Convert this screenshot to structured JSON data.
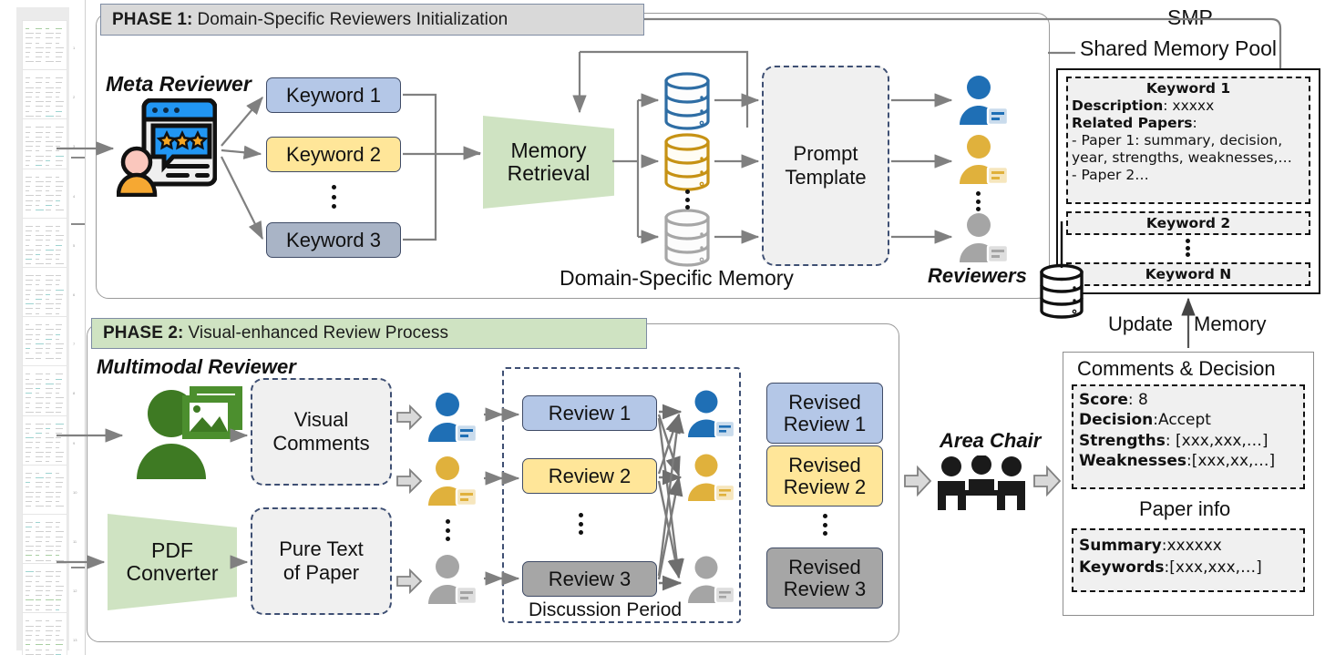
{
  "phase1": {
    "tab_bold": "PHASE 1:",
    "tab_text": "Domain-Specific Reviewers Initialization",
    "meta_reviewer_label": "Meta Reviewer",
    "keywords": [
      "Keyword 1",
      "Keyword 2",
      "Keyword 3"
    ],
    "memory_retrieval": "Memory\nRetrieval",
    "memory_retrieval_l1": "Memory",
    "memory_retrieval_l2": "Retrieval",
    "prompt_template_l1": "Prompt",
    "prompt_template_l2": "Template",
    "domain_memory_label": "Domain-Specific Memory",
    "reviewers_label": "Reviewers"
  },
  "phase2": {
    "tab_bold": "PHASE 2:",
    "tab_text": "Visual-enhanced Review Process",
    "multimodal_label": "Multimodal Reviewer",
    "visual_comments_l1": "Visual",
    "visual_comments_l2": "Comments",
    "pdf_converter_l1": "PDF",
    "pdf_converter_l2": "Converter",
    "pure_text_l1": "Pure Text",
    "pure_text_l2": "of Paper",
    "reviews": [
      "Review 1",
      "Review 2",
      "Review 3"
    ],
    "revised_reviews_l1": "Revised",
    "revised_reviews": [
      "Revised Review 1",
      "Revised Review 2",
      "Revised Review 3"
    ],
    "revised_l2": [
      "Review 1",
      "Review 2",
      "Review 3"
    ],
    "discussion_period_label": "Discussion Period",
    "area_chair_label": "Area Chair"
  },
  "smp": {
    "title_abbr": "SMP",
    "title_full": "Shared Memory Pool",
    "keyword1_title": "Keyword 1",
    "description_label": "Description",
    "description_value": ": xxxxx",
    "related_label": "Related Papers",
    "related_colon": ":",
    "paper1_line1": "- Paper 1: summary, decision,",
    "paper1_line2": "year, strengths, weaknesses,…",
    "paper2_line": "- Paper 2…",
    "keyword2_title": "Keyword 2",
    "keywordN_title": "Keyword N",
    "update_memory_label_a": "Update",
    "update_memory_label_b": "Memory"
  },
  "comments": {
    "panel_title": "Comments & Decision",
    "score_label": "Score",
    "score_value": ": 8",
    "decision_label": "Decision",
    "decision_value": ":Accept",
    "strengths_label": "Strengths",
    "strengths_value": ": [xxx,xxx,…]",
    "weaknesses_label": "Weaknesses",
    "weaknesses_value": ":[xxx,xx,…]",
    "paper_info_title": "Paper info",
    "summary_label": "Summary",
    "summary_value": ":xxxxxx",
    "keywords_label": "Keywords",
    "keywords_value": ":[xxx,xxx,…]"
  },
  "rail": {
    "slide_numbers": [
      "1",
      "2",
      "3",
      "4",
      "5",
      "6",
      "7",
      "8",
      "9",
      "10",
      "11",
      "12",
      "13"
    ]
  },
  "colors": {
    "blue_fill": "#b4c7e7",
    "yellow_fill": "#ffe699",
    "gray_blue_fill": "#a9b4c6",
    "gray_fill": "#a6a6a6",
    "green_fill": "#cfe3c2",
    "header_gray": "#d9d9d9",
    "dash_blue": "#3e4f73",
    "arrow_gray": "#808080",
    "reviewer_blue": "#1f6fb5",
    "reviewer_yellow": "#e0b13c",
    "reviewer_gray": "#a5a5a5",
    "multimodal_green": "#3e7a23"
  }
}
